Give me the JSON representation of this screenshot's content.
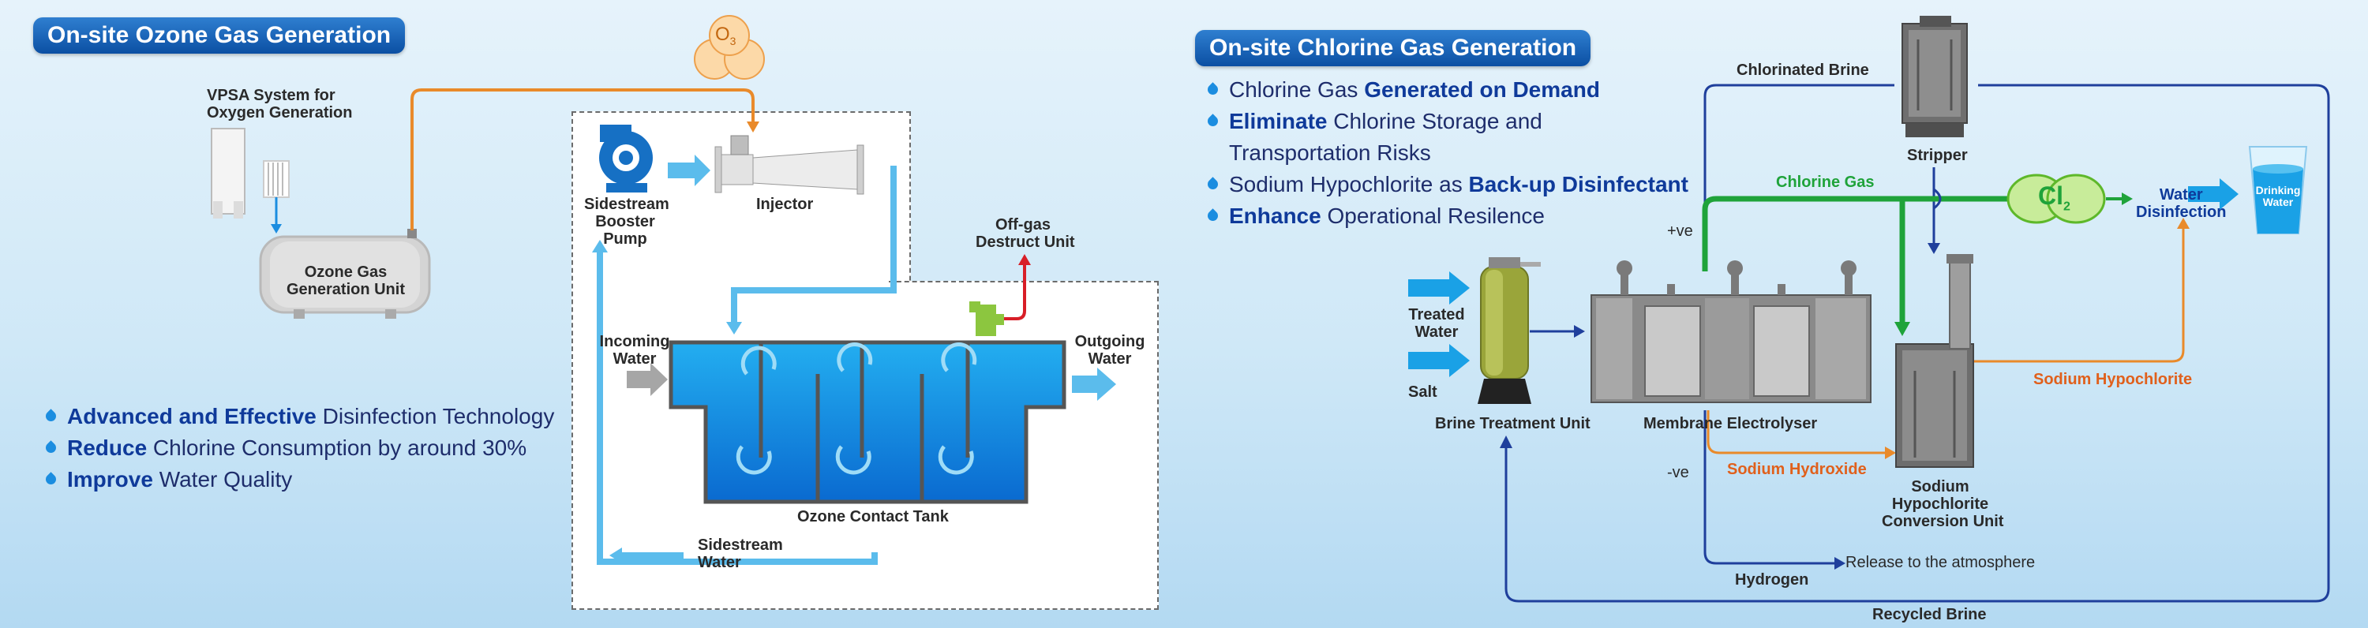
{
  "ozone": {
    "title": "On-site Ozone Gas Generation",
    "vpsa_label_1": "VPSA System for",
    "vpsa_label_2": "Oxygen Generation",
    "generator_label_1": "Ozone Gas",
    "generator_label_2": "Generation Unit",
    "o3_label": "O",
    "o3_sub": "3",
    "pump_label_1": "Sidestream",
    "pump_label_2": "Booster",
    "pump_label_3": "Pump",
    "injector_label": "Injector",
    "offgas_label_1": "Off-gas",
    "offgas_label_2": "Destruct Unit",
    "incoming_label_1": "Incoming",
    "incoming_label_2": "Water",
    "outgoing_label_1": "Outgoing",
    "outgoing_label_2": "Water",
    "tank_label": "Ozone Contact Tank",
    "sidestream_label_1": "Sidestream",
    "sidestream_label_2": "Water",
    "bullets": [
      {
        "bold": "Advanced and Effective",
        "rest": " Disinfection Technology"
      },
      {
        "bold": "Reduce",
        "rest": " Chlorine Consumption by around 30%"
      },
      {
        "bold": "Improve",
        "rest": " Water Quality"
      }
    ]
  },
  "chlorine": {
    "title": "On-site Chlorine Gas Generation",
    "bullets": [
      {
        "pre": "Chlorine Gas ",
        "bold": "Generated on Demand",
        "post": ""
      },
      {
        "pre": "",
        "bold": "Eliminate",
        "post": " Chlorine Storage and"
      },
      {
        "pre": "",
        "bold": "",
        "post": "Transportation Risks"
      },
      {
        "pre": "Sodium Hypochlorite as ",
        "bold": "Back-up Disinfectant",
        "post": ""
      },
      {
        "pre": "",
        "bold": "Enhance",
        "post": " Operational Resilence"
      }
    ],
    "chlorinated_brine": "Chlorinated Brine",
    "stripper": "Stripper",
    "chlorine_gas": "Chlorine Gas",
    "cl2_label": "Cl",
    "cl2_sub": "2",
    "water_disinfection_1": "Water",
    "water_disinfection_2": "Disinfection",
    "drinking_water_1": "Drinking",
    "drinking_water_2": "Water",
    "plus_ve": "+ve",
    "minus_ve": "-ve",
    "treated_water_1": "Treated",
    "treated_water_2": "Water",
    "salt": "Salt",
    "brine_unit": "Brine Treatment Unit",
    "electrolyser": "Membrane Electrolyser",
    "sodium_hypochlorite": "Sodium Hypochlorite",
    "sodium_hydroxide": "Sodium Hydroxide",
    "conversion_1": "Sodium",
    "conversion_2": "Hypochlorite",
    "conversion_3": "Conversion Unit",
    "hydrogen": "Hydrogen",
    "release": "Release to the atmosphere",
    "recycled_brine": "Recycled Brine"
  },
  "colors": {
    "title_blue": "#0b4fa3",
    "flow_blue": "#5bbcec",
    "pipe_navy": "#1f3f9c",
    "orange": "#e0601c",
    "green": "#1fa33a",
    "red": "#d81e27",
    "ozone_peach": "#fcd9a8"
  }
}
